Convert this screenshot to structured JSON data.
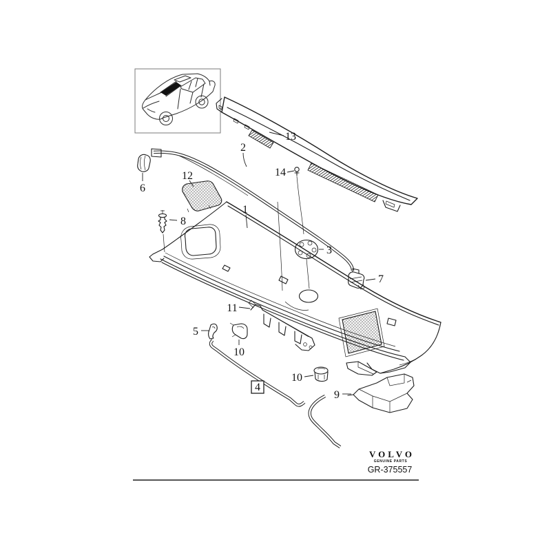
{
  "colors": {
    "line": "#1c1c1c",
    "background": "#ffffff",
    "fill_dark": "#111111"
  },
  "callouts": {
    "n1": "1",
    "n2": "2",
    "n3": "3",
    "n4": "4",
    "n5": "5",
    "n6": "6",
    "n7": "7",
    "n8": "8",
    "n9": "9",
    "n10_a": "10",
    "n10_b": "10",
    "n11": "11",
    "n12": "12",
    "n13": "13",
    "n14": "14"
  },
  "footer": {
    "brand": "VOLVO",
    "tagline": "GENUINE PARTS",
    "drawing_number": "GR-375557"
  }
}
